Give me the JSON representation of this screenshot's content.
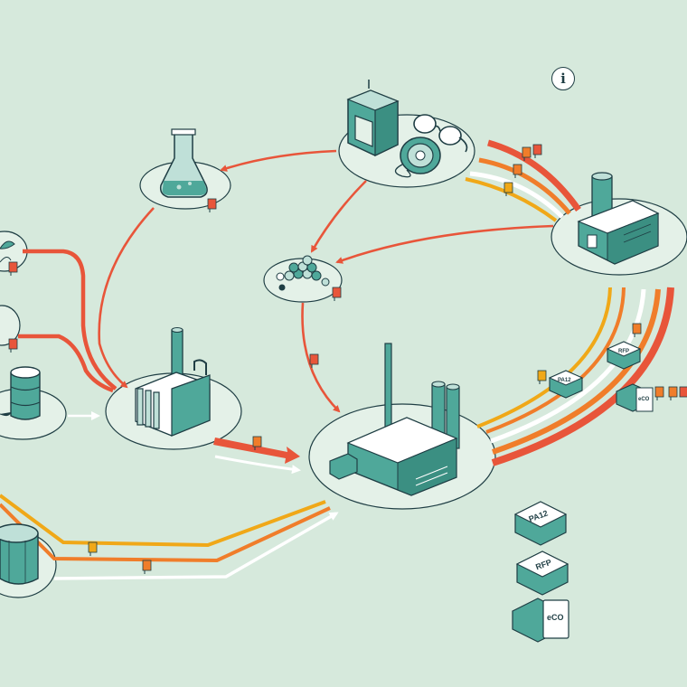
{
  "info_button": {
    "glyph": "i"
  },
  "labels": {
    "bag_pa12": "PA12",
    "bag_rfp": "RFP",
    "bag_eco": "eCO",
    "legend_pa12": "PA12",
    "legend_rfp": "RFP",
    "legend_eco": "eCO"
  },
  "colors": {
    "background": "#d6e9dc",
    "platform_fill": "#e4f1e8",
    "outline": "#1f3e44",
    "building_teal": "#4fa89a",
    "building_light": "#ffffff",
    "arrow_red": "#e8553a",
    "arrow_orange": "#f07d2a",
    "arrow_yellow": "#f0a818",
    "arrow_white": "#ffffff"
  },
  "icons": [
    "info-icon",
    "flask-icon",
    "3d-printer-icon",
    "glasses-icon",
    "filament-spool-icon",
    "pellets-icon",
    "factory-icon",
    "refinery-icon",
    "barrel-icon",
    "storage-tank-icon",
    "plant-icon",
    "flag-marker-icon",
    "bag-icon"
  ]
}
